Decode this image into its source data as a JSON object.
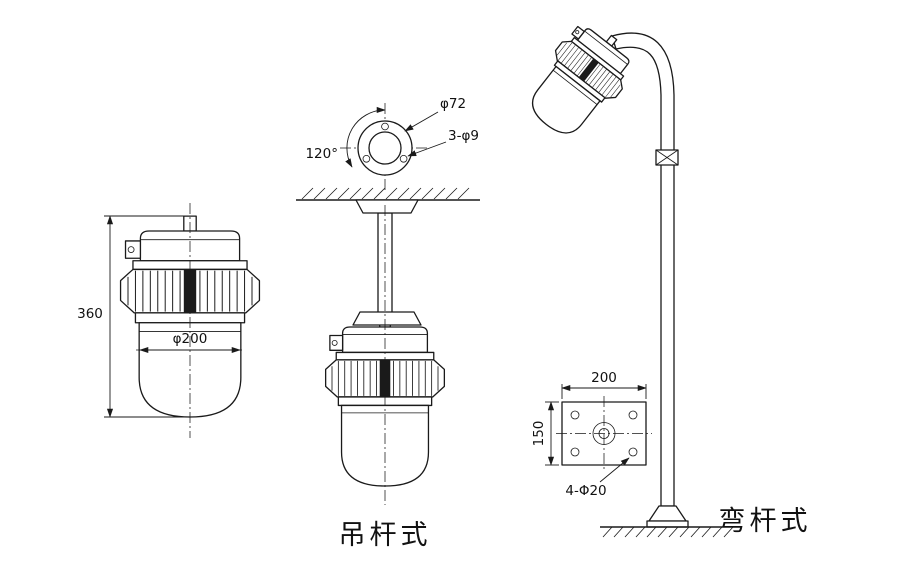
{
  "diagram": {
    "labels": {
      "pendant_type": "吊杆式",
      "bent_type": "弯杆式"
    },
    "dimensions": {
      "overall_height": "360",
      "body_diameter": "φ200",
      "mount_circle_diameter": "φ72",
      "mount_holes": "3-φ9",
      "mount_hole_angle": "120°",
      "base_plate_width": "200",
      "base_plate_depth": "150",
      "base_plate_holes": "4-Φ20"
    },
    "colors": {
      "line": "#1a1a1a",
      "background": "#ffffff"
    }
  }
}
